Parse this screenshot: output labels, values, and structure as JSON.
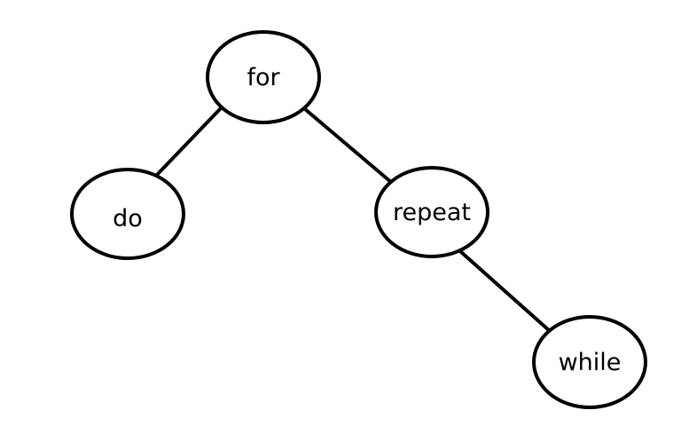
{
  "diagram": {
    "type": "binary-tree",
    "nodes": [
      {
        "id": "n-for",
        "label": "for"
      },
      {
        "id": "n-do",
        "label": "do"
      },
      {
        "id": "n-repeat",
        "label": "repeat"
      },
      {
        "id": "n-while",
        "label": "while"
      }
    ],
    "edges": [
      {
        "from": "n-for",
        "to": "n-do"
      },
      {
        "from": "n-for",
        "to": "n-repeat"
      },
      {
        "from": "n-repeat",
        "to": "n-while"
      }
    ]
  }
}
